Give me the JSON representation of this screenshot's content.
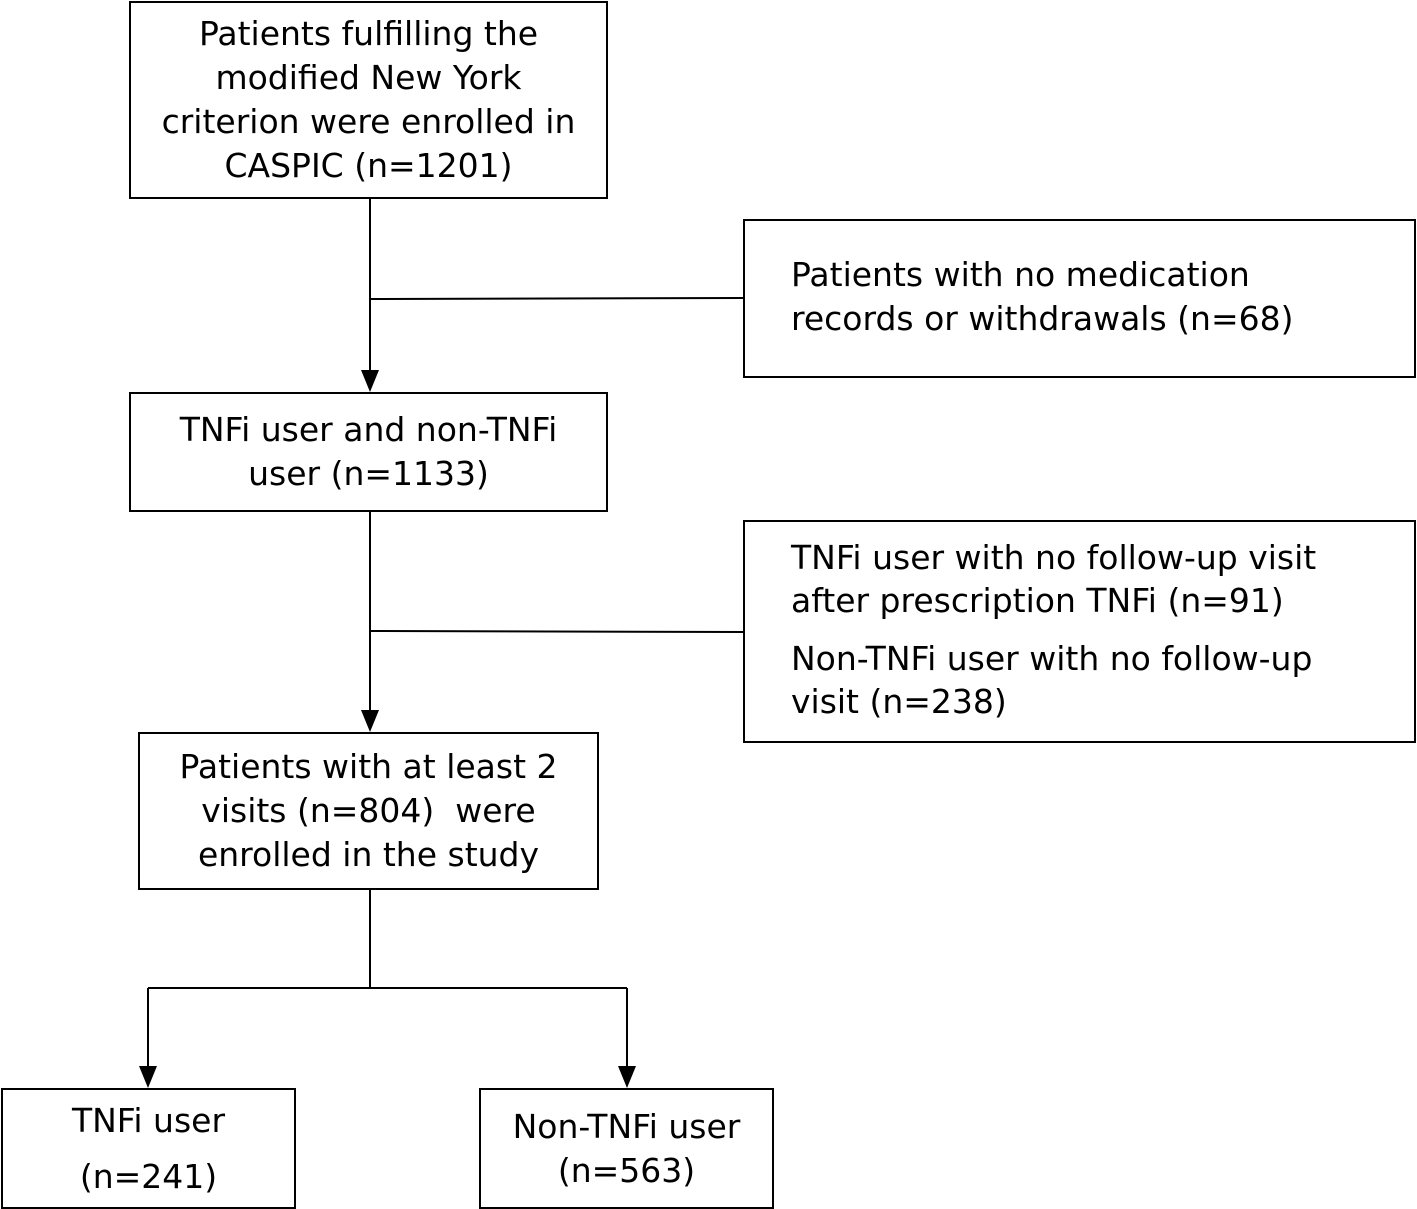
{
  "boxes": {
    "enrolled": {
      "lines": [
        "Patients fulfilling the",
        "modified New York",
        "criterion were enrolled in",
        "CASPIC (n=1201)"
      ]
    },
    "excluded_1": {
      "lines": [
        "Patients with no medication",
        "records or withdrawals (n=68)"
      ]
    },
    "users": {
      "lines": [
        "TNFi user and non-TNFi",
        "user (n=1133)"
      ]
    },
    "excluded_2": {
      "lines": [
        "TNFi user with no follow-up visit",
        "after prescription TNFi (n=91)",
        "Non-TNFi user with no follow-up",
        "visit (n=238)"
      ]
    },
    "study": {
      "lines": [
        "Patients with at least 2",
        "visits (n=804)  were",
        "enrolled in the study"
      ]
    },
    "tnfi": {
      "lines": [
        "TNFi user",
        "(n=241)"
      ]
    },
    "non_tnfi": {
      "lines": [
        "Non-TNFi user",
        "(n=563)"
      ]
    }
  }
}
